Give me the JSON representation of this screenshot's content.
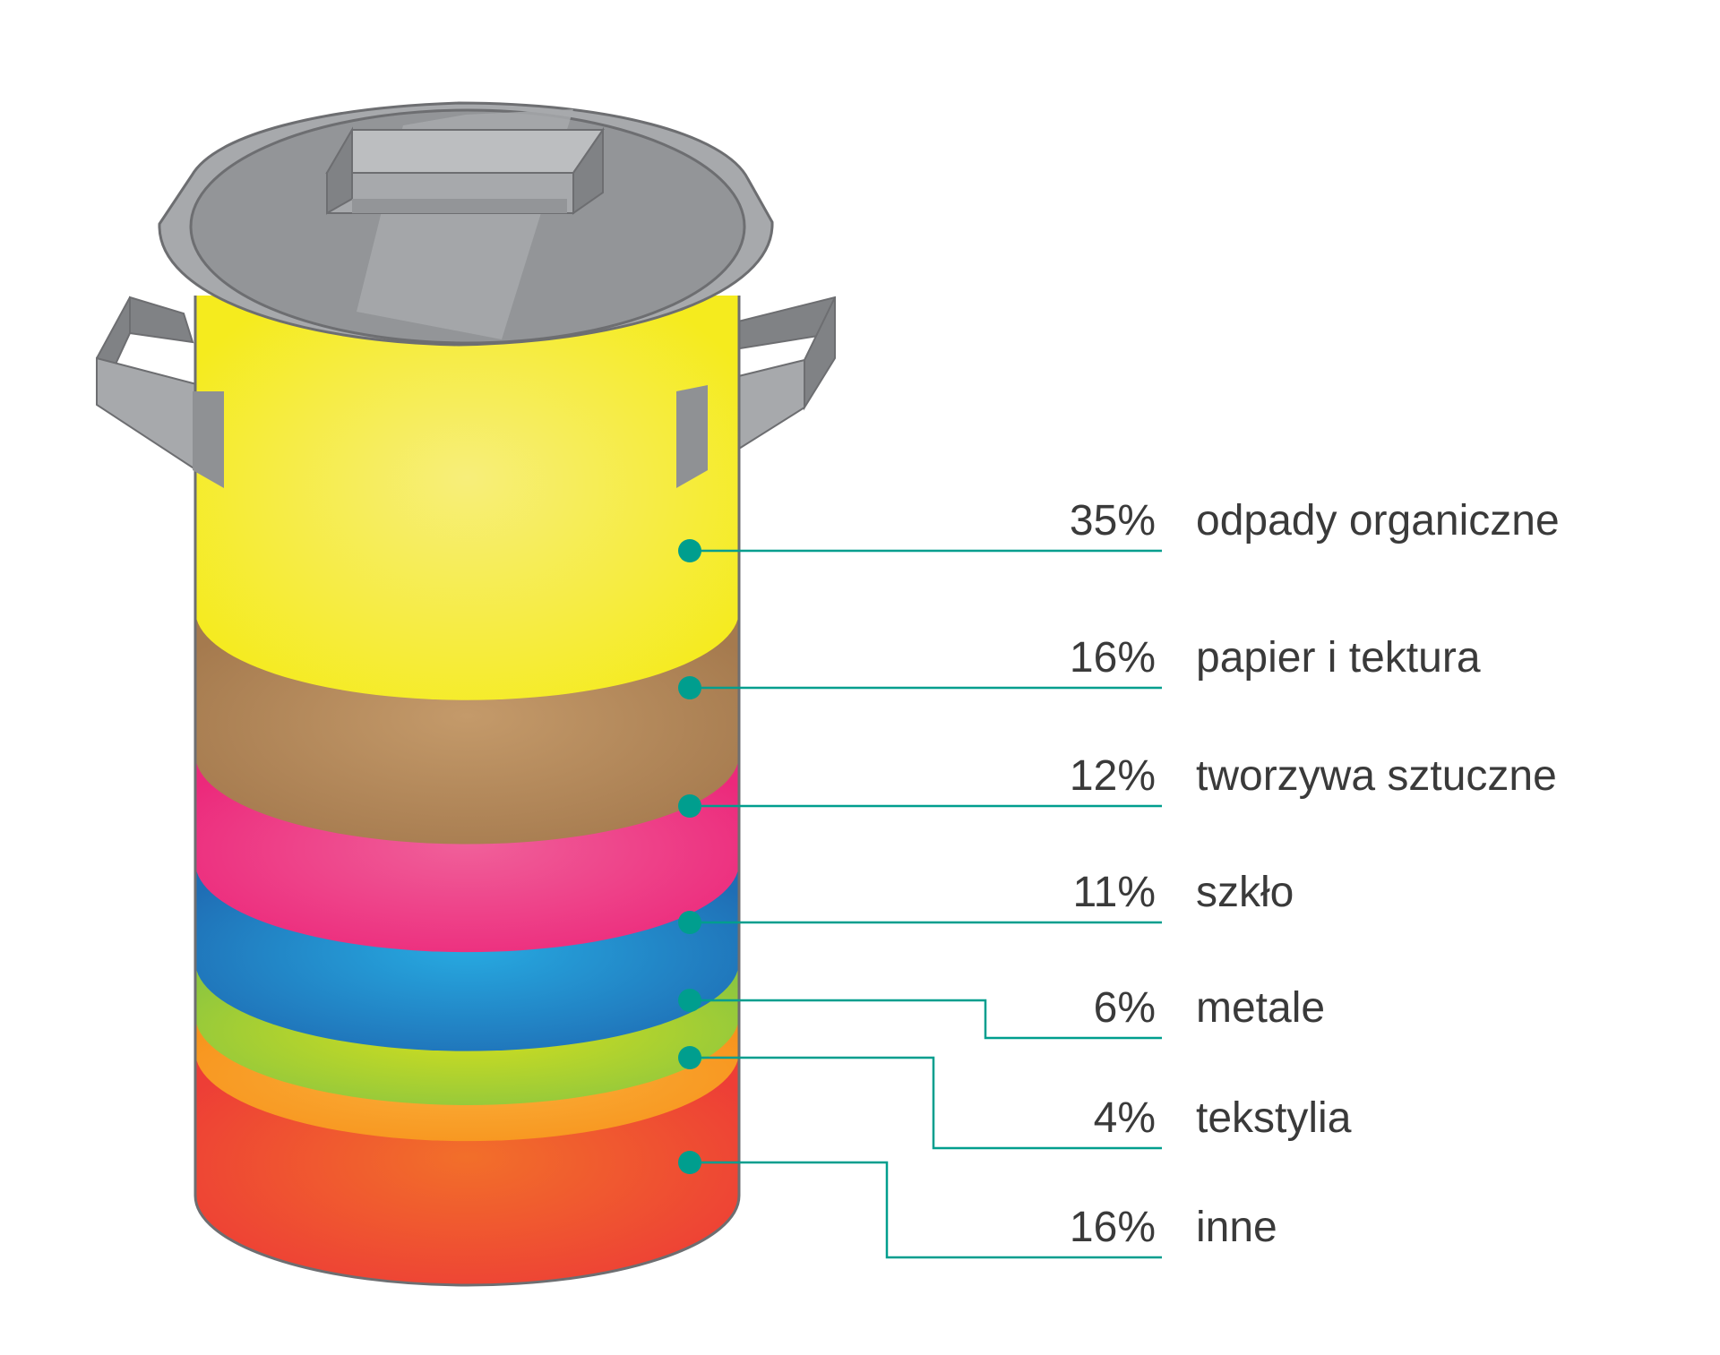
{
  "chart_data": {
    "type": "bar",
    "title": "",
    "categories": [
      "odpady organiczne",
      "papier i tektura",
      "tworzywa sztuczne",
      "szkło",
      "metale",
      "tekstylia",
      "inne"
    ],
    "series": [
      {
        "values": [
          35,
          16,
          12,
          11,
          6,
          4,
          16
        ]
      }
    ],
    "value_labels": [
      "35%",
      "16%",
      "12%",
      "11%",
      "6%",
      "4%",
      "16%"
    ],
    "unit": "%",
    "stacked": true,
    "legend": "right",
    "colors": {
      "odpady organiczne": {
        "edge": "#f5eb1e",
        "center": "#f7ee7a"
      },
      "papier i tektura": {
        "edge": "#a57a4e",
        "center": "#c49a6a"
      },
      "tworzywa sztuczne": {
        "edge": "#ec297b",
        "center": "#f0609a"
      },
      "szkło": {
        "edge": "#1f6eb5",
        "center": "#27aae1"
      },
      "metale": {
        "edge": "#8dc63f",
        "center": "#d6e01c"
      },
      "tekstylia": {
        "edge": "#f7941d",
        "center": "#fbb03b"
      },
      "inne": {
        "edge": "#ed3e36",
        "center": "#f26f2a"
      },
      "marker": "#009e8e",
      "bin_gray": "#a7a9ac",
      "bin_gray_dark": "#808285",
      "outline": "#6d6e71"
    }
  }
}
